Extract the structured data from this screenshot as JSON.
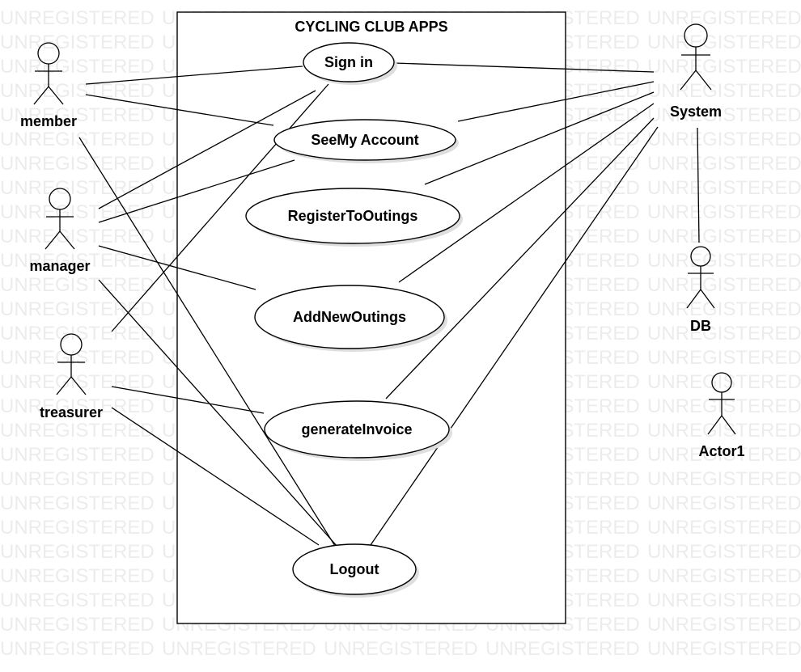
{
  "diagram": {
    "title": "CYCLING CLUB APPS",
    "watermark_text": "UNREGISTERED",
    "actors": [
      {
        "id": "member",
        "label": "member"
      },
      {
        "id": "manager",
        "label": "manager"
      },
      {
        "id": "treasurer",
        "label": "treasurer"
      },
      {
        "id": "system",
        "label": "System"
      },
      {
        "id": "db",
        "label": "DB"
      },
      {
        "id": "actor1",
        "label": "Actor1"
      }
    ],
    "use_cases": [
      {
        "id": "signin",
        "label": "Sign in"
      },
      {
        "id": "seeaccount",
        "label": "SeeMy Account"
      },
      {
        "id": "register",
        "label": "RegisterToOutings"
      },
      {
        "id": "addoutings",
        "label": "AddNewOutings"
      },
      {
        "id": "invoice",
        "label": "generateInvoice"
      },
      {
        "id": "logout",
        "label": "Logout"
      }
    ],
    "associations": [
      [
        "member",
        "signin"
      ],
      [
        "member",
        "seeaccount"
      ],
      [
        "member",
        "logout"
      ],
      [
        "manager",
        "signin"
      ],
      [
        "manager",
        "seeaccount"
      ],
      [
        "manager",
        "addoutings"
      ],
      [
        "manager",
        "logout"
      ],
      [
        "treasurer",
        "signin"
      ],
      [
        "treasurer",
        "invoice"
      ],
      [
        "treasurer",
        "logout"
      ],
      [
        "system",
        "signin"
      ],
      [
        "system",
        "seeaccount"
      ],
      [
        "system",
        "register"
      ],
      [
        "system",
        "addoutings"
      ],
      [
        "system",
        "invoice"
      ],
      [
        "system",
        "logout"
      ],
      [
        "system",
        "db"
      ]
    ]
  }
}
